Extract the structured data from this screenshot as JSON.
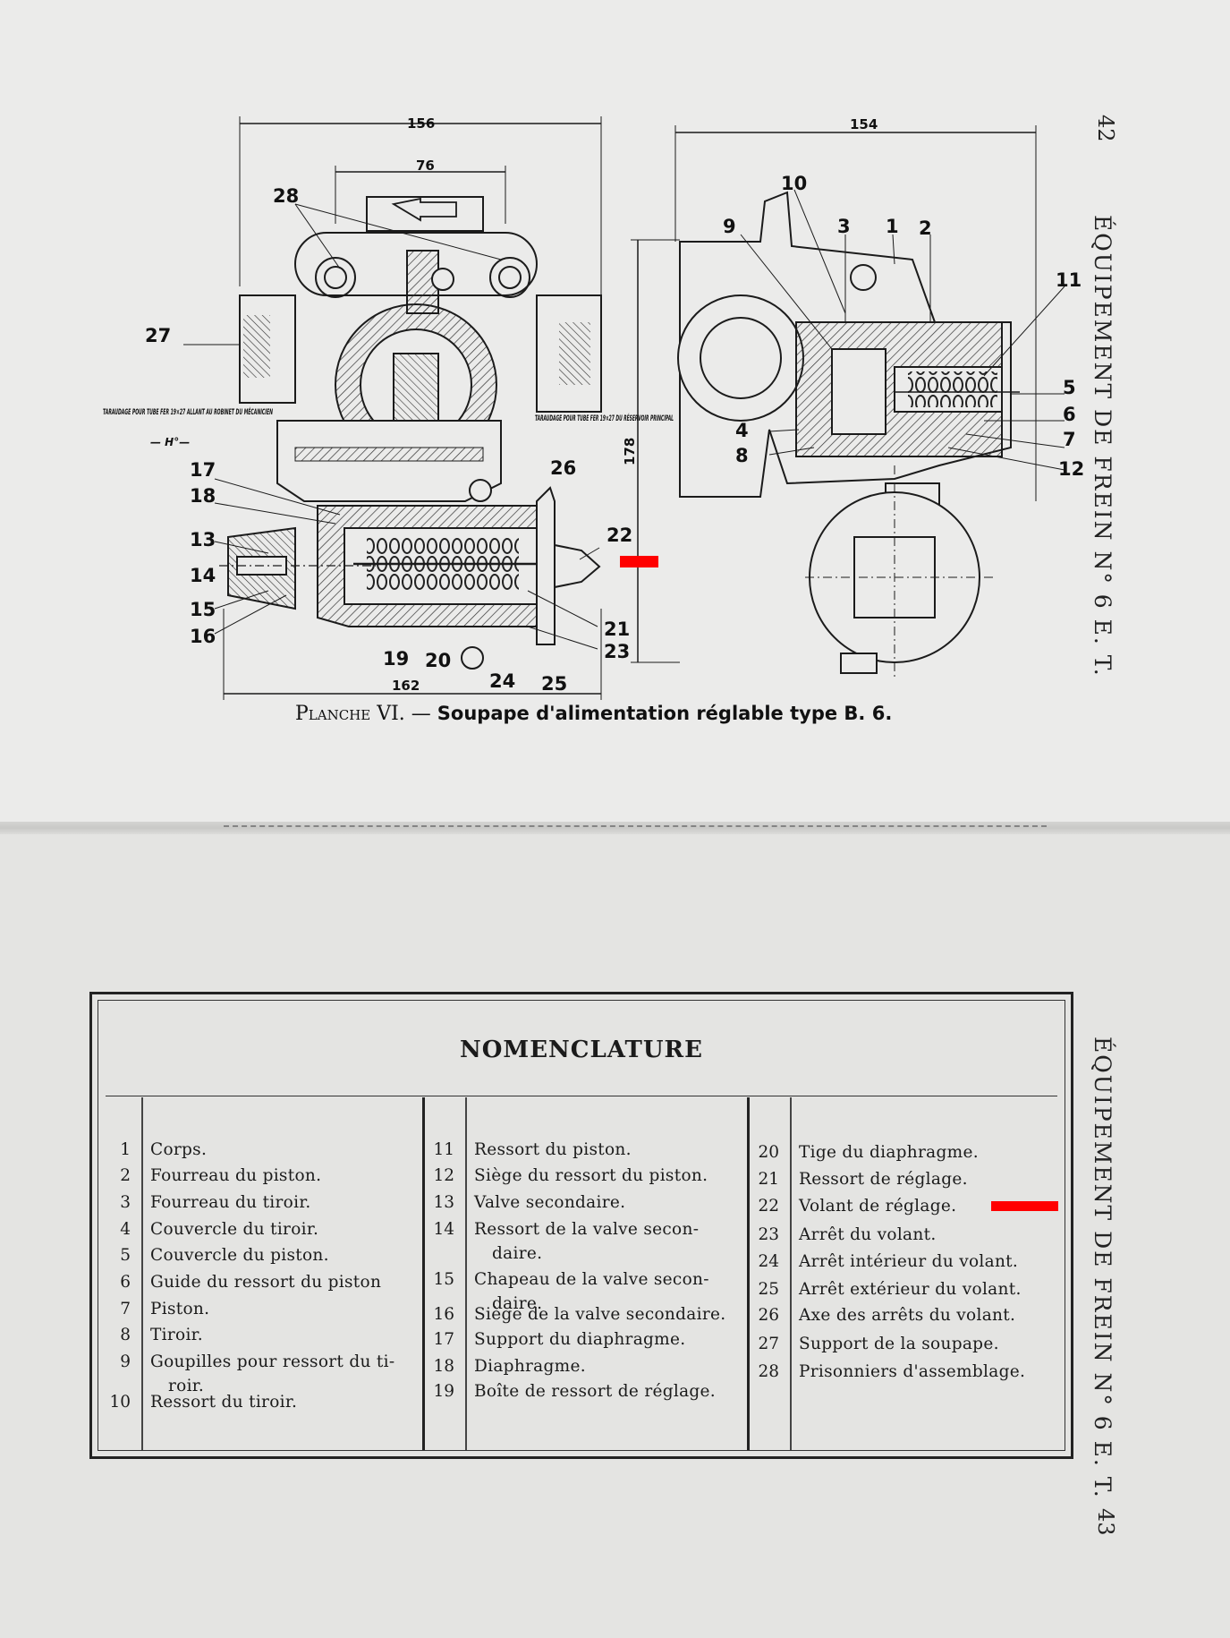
{
  "top_page": {
    "page_number": "42",
    "running_head": "ÉQUIPEMENT DE FREIN N° 6 E. T.",
    "caption_prefix": "Planche VI. —",
    "caption_title": "Soupape d'alimentation réglable type B. 6.",
    "dimensions": [
      "156",
      "76",
      "154",
      "178",
      "162"
    ],
    "callouts_left": [
      "28",
      "27",
      "17",
      "18",
      "13",
      "14",
      "15",
      "16",
      "19",
      "20",
      "24",
      "25",
      "26",
      "22",
      "21",
      "23"
    ],
    "callouts_right": [
      "10",
      "9",
      "3",
      "1",
      "2",
      "11",
      "5",
      "6",
      "7",
      "12",
      "4",
      "8"
    ],
    "annotations": {
      "left_thread": "TARAUDAGE POUR TUBE FER 19×27 ALLANT AU ROBINET DU MÉCANICIEN",
      "left_thread_sub": "— H°—",
      "right_thread": "TARAUDAGE POUR TUBE FER 19×27 DU RÉSERVOIR PRINCIPAL"
    }
  },
  "bottom_page": {
    "page_number": "43",
    "running_head": "ÉQUIPEMENT DE FREIN N° 6 E. T.",
    "nomenclature_title": "NOMENCLATURE",
    "columns": [
      [
        {
          "n": "1",
          "t": "Corps."
        },
        {
          "n": "2",
          "t": "Fourreau du piston."
        },
        {
          "n": "3",
          "t": "Fourreau du tiroir."
        },
        {
          "n": "4",
          "t": "Couvercle du tiroir."
        },
        {
          "n": "5",
          "t": "Couvercle du piston."
        },
        {
          "n": "6",
          "t": "Guide du ressort du piston"
        },
        {
          "n": "7",
          "t": "Piston."
        },
        {
          "n": "8",
          "t": "Tiroir."
        },
        {
          "n": "9",
          "t": "Goupilles pour ressort du ti-",
          "t2": "roir."
        },
        {
          "n": "10",
          "t": "Ressort du tiroir."
        }
      ],
      [
        {
          "n": "11",
          "t": "Ressort du piston."
        },
        {
          "n": "12",
          "t": "Siège du ressort du piston."
        },
        {
          "n": "13",
          "t": "Valve secondaire."
        },
        {
          "n": "14",
          "t": "Ressort de la valve secon-",
          "t2": "daire."
        },
        {
          "n": "15",
          "t": "Chapeau de la valve secon-",
          "t2": "daire."
        },
        {
          "n": "16",
          "t": "Siège de la valve secondaire."
        },
        {
          "n": "17",
          "t": "Support du diaphragme."
        },
        {
          "n": "18",
          "t": "Diaphragme."
        },
        {
          "n": "19",
          "t": "Boîte de ressort de réglage."
        }
      ],
      [
        {
          "n": "20",
          "t": "Tige du diaphragme."
        },
        {
          "n": "21",
          "t": "Ressort de réglage."
        },
        {
          "n": "22",
          "t": "Volant de réglage."
        },
        {
          "n": "23",
          "t": "Arrêt du volant."
        },
        {
          "n": "24",
          "t": "Arrêt intérieur du volant."
        },
        {
          "n": "25",
          "t": "Arrêt extérieur du volant."
        },
        {
          "n": "26",
          "t": "Axe des arrêts du volant."
        },
        {
          "n": "27",
          "t": "Support de la soupape."
        },
        {
          "n": "28",
          "t": "Prisonniers d'assemblage."
        }
      ]
    ]
  },
  "colors": {
    "highlight": "#ff0000",
    "ink": "#1b1b1b",
    "paper": "#ebebea"
  }
}
